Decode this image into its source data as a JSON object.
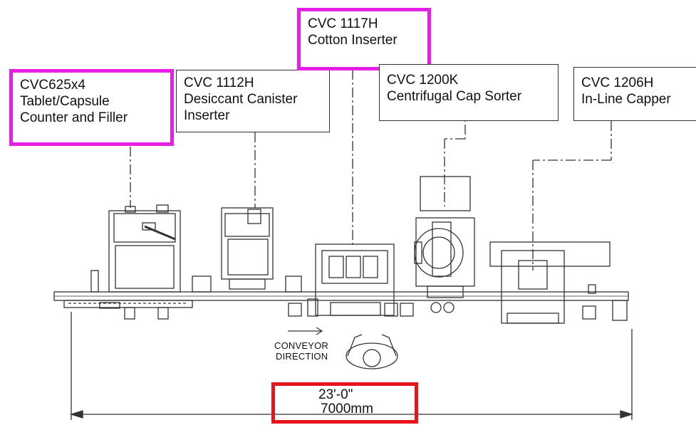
{
  "labels": {
    "cvc625": [
      "CVC625x4",
      "Tablet/Capsule",
      "Counter and Filler"
    ],
    "cvc1112": [
      "CVC 1112H",
      "Desiccant Canister",
      "Inserter"
    ],
    "cvc1117": [
      "CVC 1117H",
      "Cotton Inserter"
    ],
    "cvc1200": [
      "CVC 1200K",
      "Centrifugal Cap Sorter"
    ],
    "cvc1206": [
      "CVC 1206H",
      "In-Line Capper"
    ]
  },
  "conveyor": [
    "CONVEYOR",
    "DIRECTION"
  ],
  "dimension": {
    "imperial": "23'-0\"",
    "metric": "7000mm"
  },
  "colors": {
    "highlight_magenta": "#e61ee6",
    "highlight_red": "#e8141c",
    "line": "#333333"
  }
}
